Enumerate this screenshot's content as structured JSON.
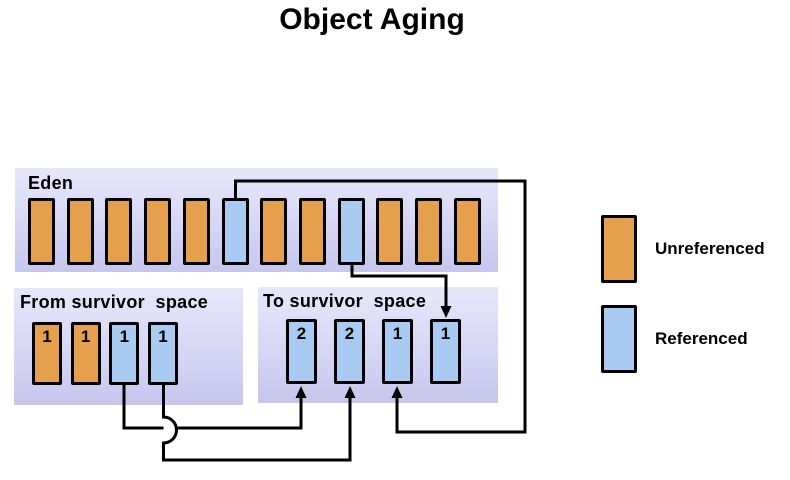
{
  "title": "Object Aging",
  "colors": {
    "unreferenced": "#E5A04D",
    "referenced": "#A9CAF1",
    "region_bg_top": "#E7E7FB",
    "region_bg_bottom": "#C7C7EE",
    "connector": "#000000"
  },
  "regions": {
    "eden": {
      "label": "Eden",
      "blocks": [
        {
          "type": "unreferenced"
        },
        {
          "type": "unreferenced"
        },
        {
          "type": "unreferenced"
        },
        {
          "type": "unreferenced"
        },
        {
          "type": "unreferenced"
        },
        {
          "type": "referenced"
        },
        {
          "type": "unreferenced"
        },
        {
          "type": "unreferenced"
        },
        {
          "type": "referenced"
        },
        {
          "type": "unreferenced"
        },
        {
          "type": "unreferenced"
        },
        {
          "type": "unreferenced"
        }
      ]
    },
    "from_survivor": {
      "label": "From survivor  space",
      "blocks": [
        {
          "type": "unreferenced",
          "age": "1"
        },
        {
          "type": "unreferenced",
          "age": "1"
        },
        {
          "type": "referenced",
          "age": "1"
        },
        {
          "type": "referenced",
          "age": "1"
        }
      ]
    },
    "to_survivor": {
      "label": "To survivor  space",
      "blocks": [
        {
          "type": "referenced",
          "age": "2"
        },
        {
          "type": "referenced",
          "age": "2"
        },
        {
          "type": "referenced",
          "age": "1"
        },
        {
          "type": "referenced",
          "age": "1"
        }
      ]
    }
  },
  "legend": {
    "items": [
      {
        "type": "unreferenced",
        "label": "Unreferenced"
      },
      {
        "type": "referenced",
        "label": "Referenced"
      }
    ]
  }
}
